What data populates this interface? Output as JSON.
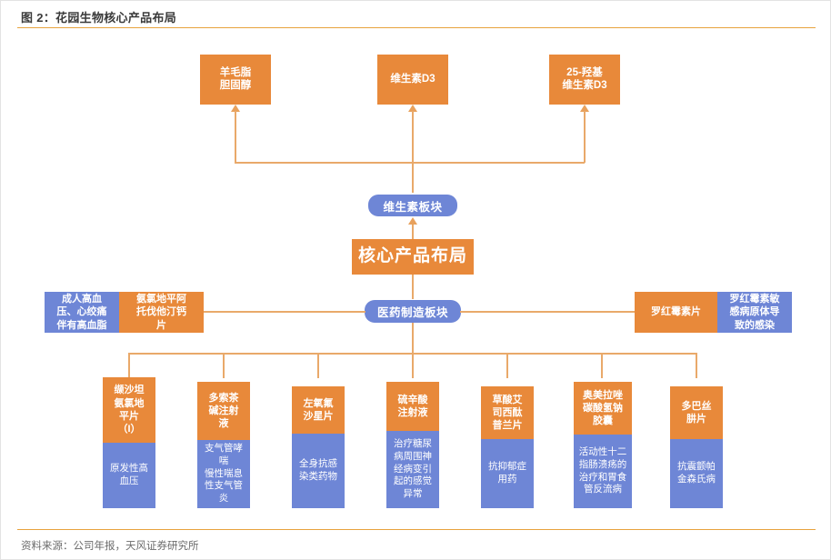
{
  "header": {
    "figure_label": "图 2：花园生物核心产品布局"
  },
  "footer": {
    "source": "资料来源：公司年报，天风证券研究所"
  },
  "colors": {
    "orange": "#E8893A",
    "blue": "#6E86D6",
    "connector": "#E9A96A",
    "rule": "#E8A33D"
  },
  "top_products": [
    {
      "label": "羊毛脂\n胆固醇"
    },
    {
      "label": "维生素D3"
    },
    {
      "label": "25-羟基\n维生素D3"
    }
  ],
  "segments": {
    "vitamin": "维生素板块",
    "pharma": "医药制造板块"
  },
  "core": {
    "label": "核心产品布局"
  },
  "left_pair": {
    "indication": "成人高血\n压、心绞痛\n伴有高血脂",
    "product": "氨氯地平阿\n托伐他汀钙\n片"
  },
  "right_pair": {
    "product": "罗红霉素片",
    "indication": "罗红霉素敏\n感病原体导\n致的感染"
  },
  "bottom_products": [
    {
      "name": "缬沙坦\n氨氯地\n平片\n（I）",
      "indication": "原发性高\n血压"
    },
    {
      "name": "多索茶\n碱注射\n液",
      "indication": "支气管哮\n喘\n慢性喘息\n性支气管\n炎"
    },
    {
      "name": "左氧氟\n沙星片",
      "indication": "全身抗感\n染类药物"
    },
    {
      "name": "硫辛酸\n注射液",
      "indication": "治疗糖尿\n病周围神\n经病变引\n起的感觉\n异常"
    },
    {
      "name": "草酸艾\n司西酞\n普兰片",
      "indication": "抗抑郁症\n用药"
    },
    {
      "name": "奥美拉唑\n碳酸氢钠\n胶囊",
      "indication": "活动性十二\n指肠溃疡的\n治疗和胃食\n管反流病"
    },
    {
      "name": "多巴丝\n肼片",
      "indication": "抗震颤帕\n金森氏病"
    }
  ]
}
